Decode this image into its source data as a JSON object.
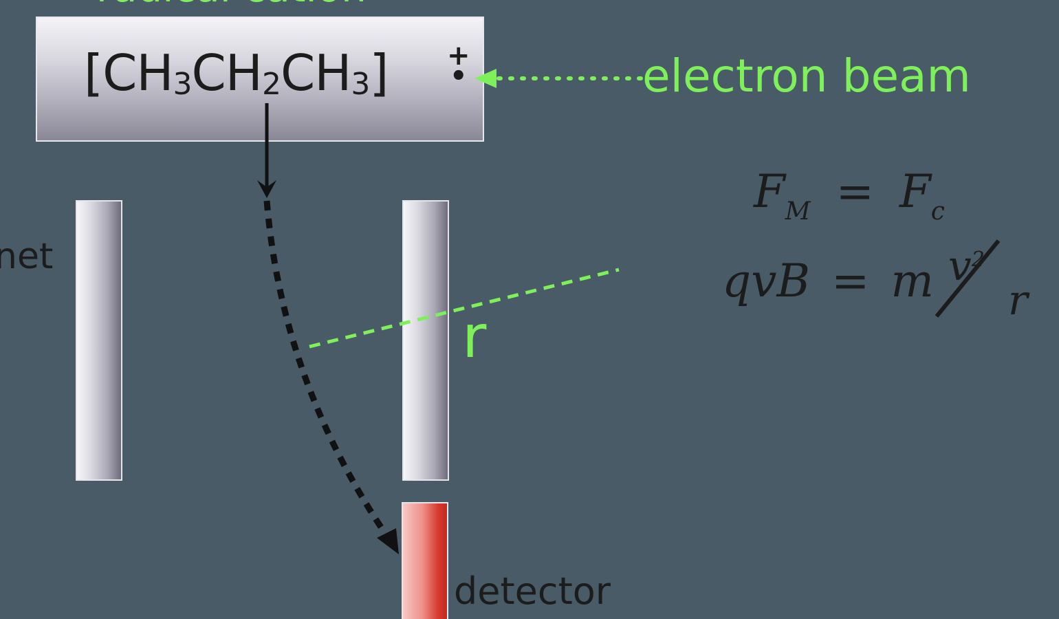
{
  "header": {
    "label": "radical cation"
  },
  "ion": {
    "formula_parts": [
      {
        "text": "[CH",
        "sub": "3"
      },
      {
        "text": "CH",
        "sub": "2"
      },
      {
        "text": "CH",
        "sub": "3"
      },
      {
        "text": "]",
        "sub": ""
      }
    ],
    "charge": "+",
    "radical_dot": "•"
  },
  "labels": {
    "electron_beam": "electron beam",
    "magnet": "net",
    "detector": "detector",
    "radius": "r"
  },
  "equations": {
    "eq1": {
      "lhs": "F",
      "lhs_sub": "M",
      "op": "=",
      "rhs": "F",
      "rhs_sub": "c"
    },
    "eq2": {
      "lhs": "qvB",
      "op": "=",
      "m": "m",
      "num": "v",
      "num_sup": "2",
      "den": "r"
    }
  },
  "colors": {
    "background": "#495b66",
    "accent_green": "#7df05a",
    "text_dark": "#1c1c1c",
    "detector_red": "#d63a2e"
  }
}
